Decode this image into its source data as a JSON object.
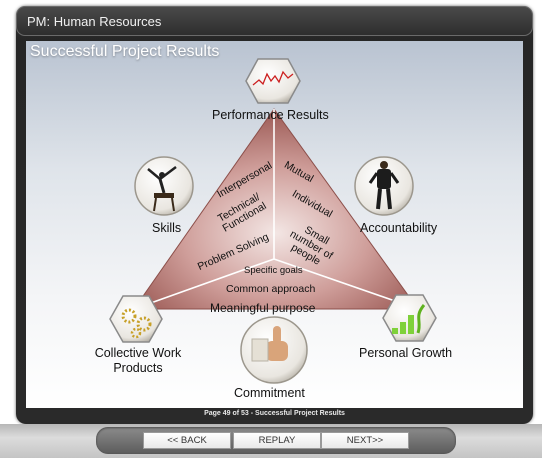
{
  "window": {
    "title": "PM: Human Resources"
  },
  "slide": {
    "title": "Successful Project Results",
    "corners": {
      "top": "Performance Results",
      "left": "Skills",
      "right": "Accountability",
      "bottom_left": "Collective Work Products",
      "bottom_right": "Personal Growth",
      "bottom": "Commitment"
    },
    "left_side": [
      "Interpersonal",
      "Technical/ Functional",
      "Problem Solving"
    ],
    "right_side": [
      "Mutual",
      "Individual",
      "Small number of people"
    ],
    "bottom_side": [
      "Specific goals",
      "Common approach",
      "Meaningful purpose"
    ],
    "colors": {
      "triangle": "#9e5d58",
      "triangle_light": "#d6a8a4",
      "growth_icon": "#7fd13a"
    },
    "icons": [
      "chart-line-icon",
      "gymnast-icon",
      "businessman-icon",
      "gears-icon",
      "plant-growth-icon",
      "thumbs-up-icon"
    ]
  },
  "status": {
    "page_indicator": "Page 49 of 53 - Successful Project Results"
  },
  "nav": {
    "back": "<< BACK",
    "replay": "REPLAY",
    "next": "NEXT>>"
  }
}
